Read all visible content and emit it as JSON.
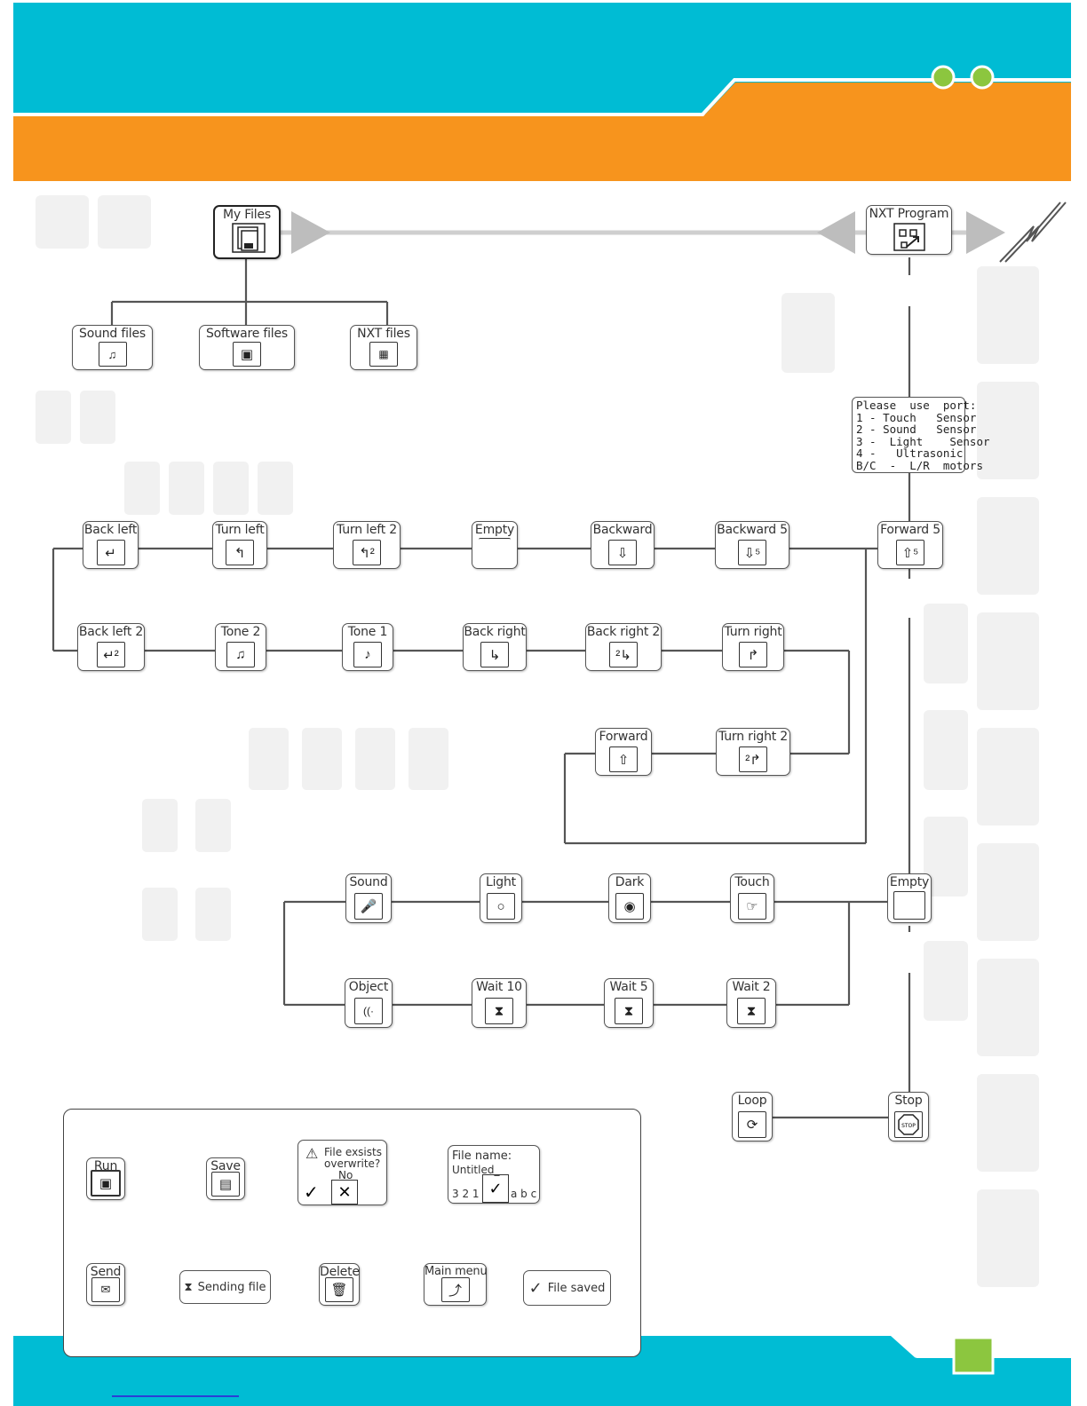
{
  "colors": {
    "header_teal": "#00bcd4",
    "header_orange": "#f7941d",
    "accent_green": "#8cc63f",
    "line_gray": "#555555"
  },
  "top": {
    "my_files": "My Files",
    "nxt_program": "NXT Program"
  },
  "files": {
    "sound": "Sound files",
    "software": "Software files",
    "nxt": "NXT files"
  },
  "port_note": [
    "Please  use  port:",
    "1 - Touch   Sensor",
    "2 - Sound   Sensor",
    "3 -  Light    Sensor",
    "4 -   Ultrasonic",
    "B/C  -  L/R  motors"
  ],
  "row1": [
    "Back left",
    "Turn left",
    "Turn left 2",
    "Empty",
    "Backward",
    "Backward 5",
    "Forward 5"
  ],
  "row2": [
    "Back left 2",
    "Tone  2",
    "Tone  1",
    "Back right",
    "Back right 2",
    "Turn right"
  ],
  "row3": [
    "Forward",
    "Turn right 2"
  ],
  "row4": [
    "Sound",
    "Light",
    "Dark",
    "Touch",
    "Empty"
  ],
  "row5": [
    "Object",
    "Wait  10",
    "Wait  5",
    "Wait  2"
  ],
  "row6": [
    "Loop",
    "Stop"
  ],
  "legend": {
    "run": "Run",
    "save": "Save",
    "overwrite_line1": "File exsists",
    "overwrite_line2": "overwrite?",
    "overwrite_no": "No",
    "filename_label": "File name:",
    "filename_value": "Untitled_",
    "filename_left": "3 2 1",
    "filename_right": "a b c",
    "send": "Send",
    "sending": "Sending file",
    "delete": "Delete",
    "main_menu": "Main menu",
    "file_saved": "File saved"
  },
  "icons": {
    "stop_sign": "STOP"
  }
}
